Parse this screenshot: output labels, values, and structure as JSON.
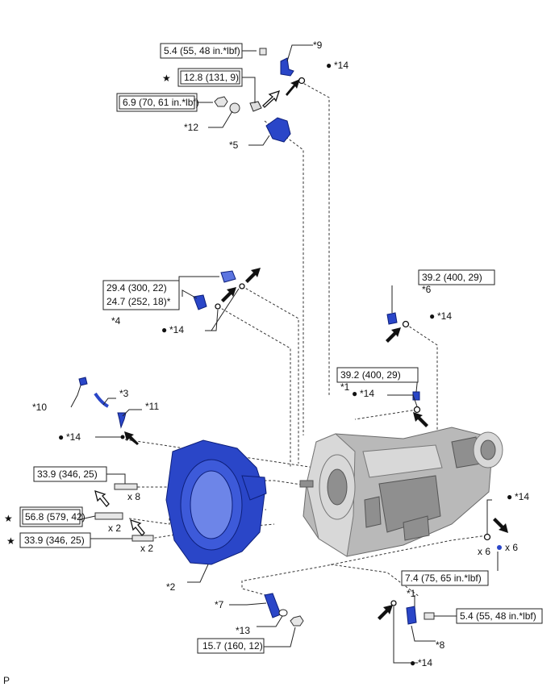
{
  "torque_specs": {
    "t_top": "5.4 (55, 48 in.*lbf)",
    "t_12_8": "12.8 (131, 9)",
    "t_6_9": "6.9 (70, 61 in.*lbf)",
    "t_29_4": "29.4 (300, 22)",
    "t_24_7": "24.7 (252, 18)*",
    "t_39_2_a": "39.2 (400, 29)",
    "t_39_2_b": "39.2 (400, 29)",
    "t_33_9_a": "33.9 (346, 25)",
    "t_56_8": "56.8 (579, 42)",
    "t_33_9_b": "33.9 (346, 25)",
    "t_7_4": "7.4 (75, 65 in.*lbf)",
    "t_5_4_b": "5.4 (55, 48 in.*lbf)",
    "t_15_7": "15.7 (160, 12)"
  },
  "callouts": {
    "c9": "*9",
    "c14_top": "*14",
    "c12": "*12",
    "c5": "*5",
    "c6": "*6",
    "c14_r6": "*14",
    "c4": "*4",
    "c14_4": "*14",
    "c1_a": "*1",
    "c14_c": "*14",
    "c10": "*10",
    "c3": "*3",
    "c11": "*11",
    "c14_l": "*14",
    "c14_r": "*14",
    "c2": "*2",
    "c7": "*7",
    "c13": "*13",
    "c1_b": "*1",
    "c8": "*8",
    "c14_bot": "*14"
  },
  "quantities": {
    "q_x8": "x 8",
    "q_x2_a": "x 2",
    "q_x2_b": "x 2",
    "q_x6_a": "x 6",
    "q_x6_b": "x 6"
  },
  "symbols": {
    "star": "★",
    "bullet": "●"
  },
  "footer": {
    "code": "P"
  }
}
